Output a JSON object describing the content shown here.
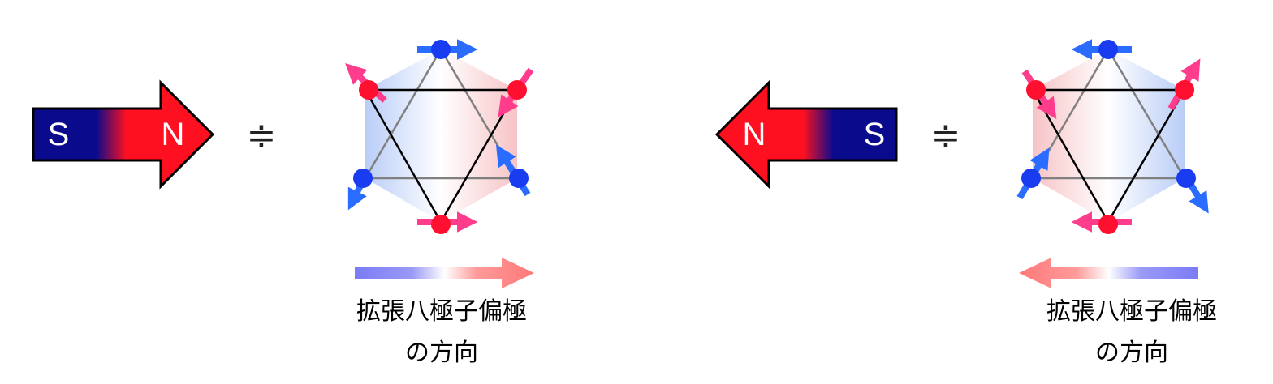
{
  "panels": [
    {
      "magnet": {
        "tail_label": "S",
        "head_label": "N",
        "points": "right"
      },
      "approx_symbol": "≑",
      "caption_line1": "拡張八極子偏極",
      "caption_line2": "の方向",
      "arrow_direction": "right"
    },
    {
      "magnet": {
        "tail_label": "S",
        "head_label": "N",
        "points": "left"
      },
      "approx_symbol": "≑",
      "caption_line1": "拡張八極子偏極",
      "caption_line2": "の方向",
      "arrow_direction": "left"
    }
  ],
  "colors": {
    "south_blue": "#0a0a8c",
    "north_red": "#ff1020",
    "spin_red": "#ff1030",
    "spin_blue": "#1a3cf0",
    "arrow_pink": "#ff3d8c",
    "arrow_blue": "#2a6cff",
    "hex_blue": "#b9cdf7",
    "hex_pink": "#f7c3c6"
  }
}
